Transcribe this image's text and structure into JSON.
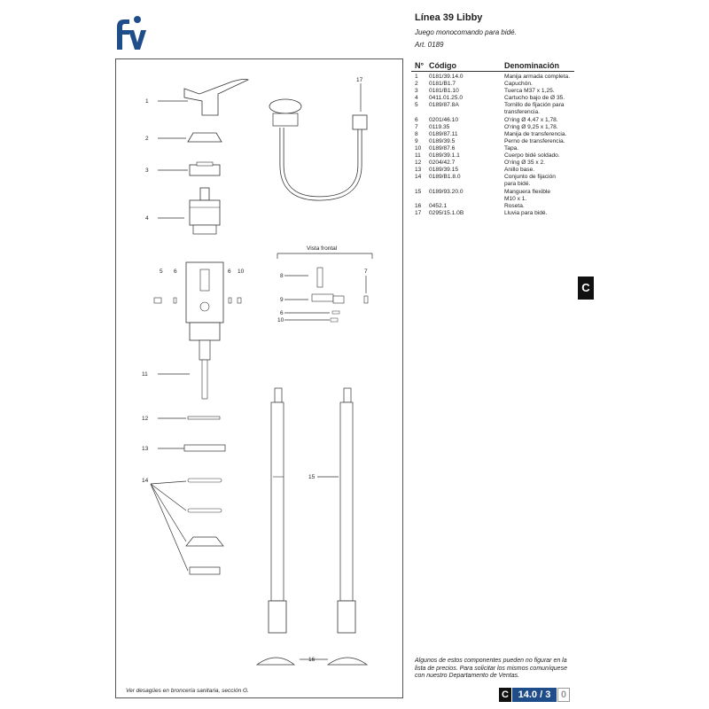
{
  "header": {
    "title": "Línea 39 Libby",
    "subtitle": "Juego monocomando para bidé.",
    "article": "Art. 0189"
  },
  "table": {
    "col_no": "N°",
    "col_code": "Código",
    "col_name": "Denominación",
    "rows": [
      [
        "1",
        "0181/39.14.0",
        "Manija armada completa."
      ],
      [
        "2",
        "0181/B1.7",
        "Capuchón."
      ],
      [
        "3",
        "0181/B1.10",
        "Tuerca M37 x 1,25."
      ],
      [
        "4",
        "0411.01.25.0",
        "Cartucho bajo de Ø 35."
      ],
      [
        "5",
        "0189/87.8A",
        "Tornillo de fijación para"
      ],
      [
        "",
        "",
        "transferencia."
      ],
      [
        "6",
        "0201/46.10",
        "O'ring Ø 4,47 x 1,78."
      ],
      [
        "7",
        "0119.35",
        "O'ring Ø 9,25 x 1,78."
      ],
      [
        "8",
        "0189/87.11",
        "Manija de transferencia."
      ],
      [
        "9",
        "0189/39.5",
        "Perno de transferencia."
      ],
      [
        "10",
        "0189/87.6",
        "Tapa."
      ],
      [
        "11",
        "0189/39.1.1",
        "Cuerpo bidé soldado."
      ],
      [
        "12",
        "0204/42.7",
        "O'ring Ø 35 x 2."
      ],
      [
        "13",
        "0189/39.15",
        "Anillo base."
      ],
      [
        "14",
        "0189/B1.8.0",
        "Conjunto de fijación"
      ],
      [
        "",
        "",
        "para bidé."
      ],
      [
        "15",
        "0189/93.20.0",
        "Manguera flexible"
      ],
      [
        "",
        "",
        "M10 x 1."
      ],
      [
        "16",
        "0452.1",
        "Roseta."
      ],
      [
        "17",
        "0295/15.1.0B",
        "Lluvia para bidé."
      ]
    ]
  },
  "diagram": {
    "view_label": "Vista frontal",
    "callouts": [
      "1",
      "2",
      "3",
      "4",
      "5",
      "6",
      "6",
      "10",
      "11",
      "12",
      "13",
      "14",
      "15",
      "16",
      "17",
      "8",
      "7",
      "9",
      "6",
      "10"
    ],
    "footnote": "Ver desagües en broncería sanitaria, sección G."
  },
  "section_tab": "C",
  "notice": "Algunos de estos componentes pueden no figurar en la lista de precios. Para solicitar los mismos comuníquese con nuestro Departamento de Ventas.",
  "page": {
    "section": "C",
    "number": "14.0 / 3",
    "suffix": "0"
  },
  "colors": {
    "brand": "#1f4d8a",
    "tab": "#111111"
  }
}
